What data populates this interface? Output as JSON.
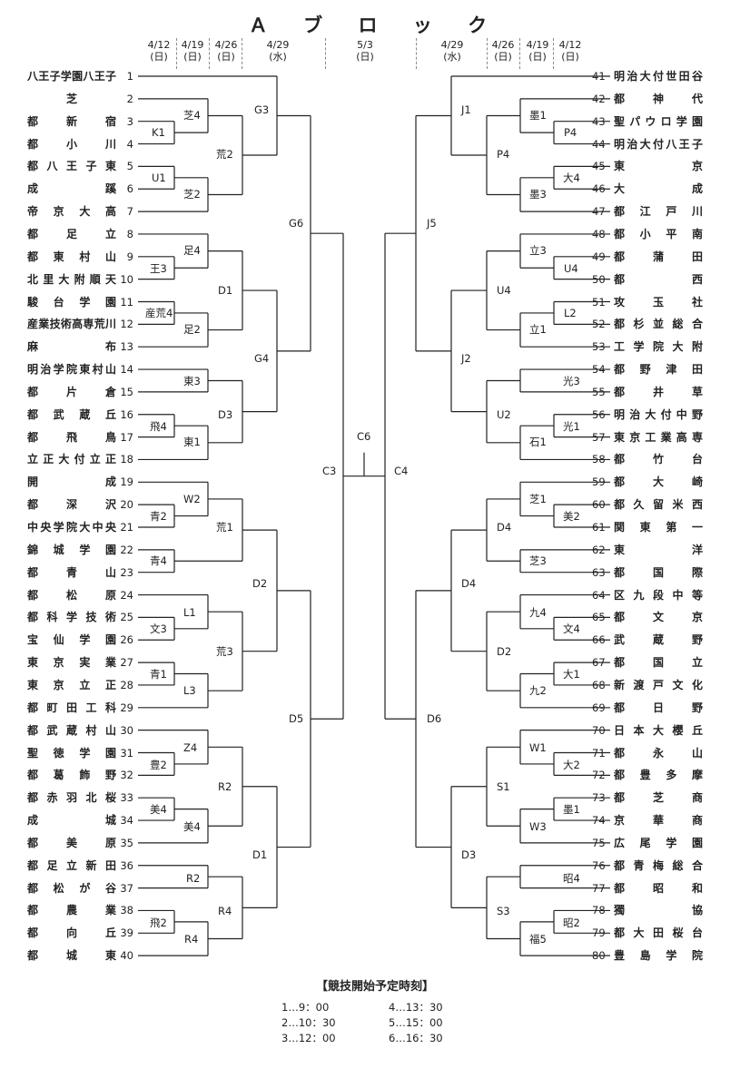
{
  "title": "Ａ ブ ロ ッ ク",
  "rounds_left": [
    {
      "date": "4/12",
      "day": "(日)"
    },
    {
      "date": "4/19",
      "day": "(日)"
    },
    {
      "date": "4/26",
      "day": "(日)"
    },
    {
      "date": "4/29",
      "day": "(水)"
    }
  ],
  "final_round": {
    "date": "5/3",
    "day": "(日)"
  },
  "rounds_right": [
    {
      "date": "4/29",
      "day": "(水)"
    },
    {
      "date": "4/26",
      "day": "(日)"
    },
    {
      "date": "4/19",
      "day": "(日)"
    },
    {
      "date": "4/12",
      "day": "(日)"
    }
  ],
  "left_teams": [
    {
      "num": "1",
      "name": "八王子学園八王子"
    },
    {
      "num": "2",
      "name": "芝"
    },
    {
      "num": "3",
      "name": "都新宿"
    },
    {
      "num": "4",
      "name": "都小川"
    },
    {
      "num": "5",
      "name": "都八王子東"
    },
    {
      "num": "6",
      "name": "成蹊"
    },
    {
      "num": "7",
      "name": "帝京大高"
    },
    {
      "num": "8",
      "name": "都足立"
    },
    {
      "num": "9",
      "name": "都東村山"
    },
    {
      "num": "10",
      "name": "北里大附順天"
    },
    {
      "num": "11",
      "name": "駿台学園"
    },
    {
      "num": "12",
      "name": "産業技術高専荒川"
    },
    {
      "num": "13",
      "name": "麻布"
    },
    {
      "num": "14",
      "name": "明治学院東村山"
    },
    {
      "num": "15",
      "name": "都片倉"
    },
    {
      "num": "16",
      "name": "都武蔵丘"
    },
    {
      "num": "17",
      "name": "都飛鳥"
    },
    {
      "num": "18",
      "name": "立正大付立正"
    },
    {
      "num": "19",
      "name": "開成"
    },
    {
      "num": "20",
      "name": "都深沢"
    },
    {
      "num": "21",
      "name": "中央学院大中央"
    },
    {
      "num": "22",
      "name": "錦城学園"
    },
    {
      "num": "23",
      "name": "都青山"
    },
    {
      "num": "24",
      "name": "都松原"
    },
    {
      "num": "25",
      "name": "都科学技術"
    },
    {
      "num": "26",
      "name": "宝仙学園"
    },
    {
      "num": "27",
      "name": "東京実業"
    },
    {
      "num": "28",
      "name": "東京立正"
    },
    {
      "num": "29",
      "name": "都町田工科"
    },
    {
      "num": "30",
      "name": "都武蔵村山"
    },
    {
      "num": "31",
      "name": "聖徳学園"
    },
    {
      "num": "32",
      "name": "都葛飾野"
    },
    {
      "num": "33",
      "name": "都赤羽北桜"
    },
    {
      "num": "34",
      "name": "成城"
    },
    {
      "num": "35",
      "name": "都美原"
    },
    {
      "num": "36",
      "name": "都足立新田"
    },
    {
      "num": "37",
      "name": "都松が谷"
    },
    {
      "num": "38",
      "name": "都農業"
    },
    {
      "num": "39",
      "name": "都向丘"
    },
    {
      "num": "40",
      "name": "都城東"
    }
  ],
  "right_teams": [
    {
      "num": "41",
      "name": "明治大付世田谷"
    },
    {
      "num": "42",
      "name": "都神代"
    },
    {
      "num": "43",
      "name": "聖パウロ学園"
    },
    {
      "num": "44",
      "name": "明治大付八王子"
    },
    {
      "num": "45",
      "name": "東京"
    },
    {
      "num": "46",
      "name": "大成"
    },
    {
      "num": "47",
      "name": "都江戸川"
    },
    {
      "num": "48",
      "name": "都小平南"
    },
    {
      "num": "49",
      "name": "都蒲田"
    },
    {
      "num": "50",
      "name": "都西"
    },
    {
      "num": "51",
      "name": "攻玉社"
    },
    {
      "num": "52",
      "name": "都杉並総合"
    },
    {
      "num": "53",
      "name": "工学院大附"
    },
    {
      "num": "54",
      "name": "都野津田"
    },
    {
      "num": "55",
      "name": "都井草"
    },
    {
      "num": "56",
      "name": "明治大付中野"
    },
    {
      "num": "57",
      "name": "東京工業高専"
    },
    {
      "num": "58",
      "name": "都竹台"
    },
    {
      "num": "59",
      "name": "都大崎"
    },
    {
      "num": "60",
      "name": "都久留米西"
    },
    {
      "num": "61",
      "name": "関東第一"
    },
    {
      "num": "62",
      "name": "東洋"
    },
    {
      "num": "63",
      "name": "都国際"
    },
    {
      "num": "64",
      "name": "区九段中等"
    },
    {
      "num": "65",
      "name": "都文京"
    },
    {
      "num": "66",
      "name": "武蔵野"
    },
    {
      "num": "67",
      "name": "都国立"
    },
    {
      "num": "68",
      "name": "新渡戸文化"
    },
    {
      "num": "69",
      "name": "都日野"
    },
    {
      "num": "70",
      "name": "日本大櫻丘"
    },
    {
      "num": "71",
      "name": "都永山"
    },
    {
      "num": "72",
      "name": "都豊多摩"
    },
    {
      "num": "73",
      "name": "都芝商"
    },
    {
      "num": "74",
      "name": "京華商"
    },
    {
      "num": "75",
      "name": "広尾学園"
    },
    {
      "num": "76",
      "name": "都青梅総合"
    },
    {
      "num": "77",
      "name": "都昭和"
    },
    {
      "num": "78",
      "name": "獨協"
    },
    {
      "num": "79",
      "name": "都大田桜台"
    },
    {
      "num": "80",
      "name": "豊島学院"
    }
  ],
  "left_match_labels": {
    "r1": [
      "K1",
      "U1",
      "王3",
      "産荒4",
      "飛4",
      "青2",
      "文3",
      "青1",
      "豊2",
      "美4",
      "飛2"
    ],
    "r2": [
      "芝4",
      "芝2",
      "足4",
      "足2",
      "東3",
      "東1",
      "W2",
      "青4",
      "L1",
      "L3",
      "Z4",
      "美4",
      "R2",
      "R4"
    ],
    "r3": [
      "荒2",
      "D1",
      "D3",
      "荒1",
      "荒3",
      "R2",
      "R4"
    ],
    "r4": [
      "G3",
      "G4",
      "D2",
      "D1"
    ],
    "r5": [
      "G6",
      "D5"
    ],
    "semi": "C3"
  },
  "right_match_labels": {
    "r1": [
      "P4",
      "U4",
      "石1",
      "美2",
      "文4",
      "九2",
      "大2",
      "W3",
      "福5"
    ],
    "r2": [
      "墨1",
      "大4",
      "墨3",
      "立3",
      "L2",
      "立1",
      "光3",
      "光1",
      "芝1",
      "芝3",
      "九4",
      "大1",
      "W1",
      "墨1",
      "昭4",
      "昭2"
    ],
    "r3": [
      "P4",
      "U4",
      "U2",
      "D4",
      "D2",
      "S1",
      "S3"
    ],
    "r4": [
      "J1",
      "J2",
      "D4",
      "D3"
    ],
    "r5": [
      "J5",
      "D6"
    ],
    "semi": "C4"
  },
  "final_label": "C6",
  "schedule": {
    "title": "【競技開始予定時刻】",
    "left": [
      "1…9：00",
      "2…10：30",
      "3…12：00"
    ],
    "right": [
      "4…13：30",
      "5…15：00",
      "6…16：30"
    ]
  }
}
